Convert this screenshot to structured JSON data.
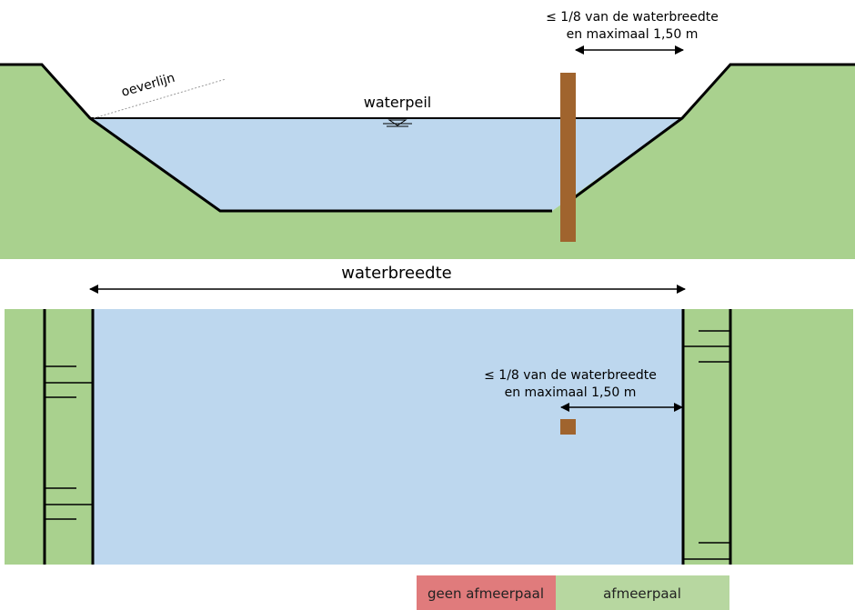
{
  "colors": {
    "grass": "#a9d18e",
    "water": "#bdd7ee",
    "post": "#a0642e",
    "line": "#000000",
    "legend_no_post": "#e07b7c",
    "legend_post": "#b7d7a0"
  },
  "cross_section": {
    "shoreline_label": "oeverlijn",
    "water_level_label": "waterpeil",
    "water_level_icon": "water-level-symbol-icon",
    "post_distance_label_line1": "≤ 1/8 van de waterbreedte",
    "post_distance_label_line2": "en maximaal 1,50 m"
  },
  "water_width_label": "waterbreedte",
  "top_view": {
    "post_distance_label_line1": "≤ 1/8 van de waterbreedte",
    "post_distance_label_line2": "en maximaal 1,50 m"
  },
  "legend": {
    "no_post_label": "geen afmeerpaal",
    "post_label": "afmeerpaal"
  }
}
